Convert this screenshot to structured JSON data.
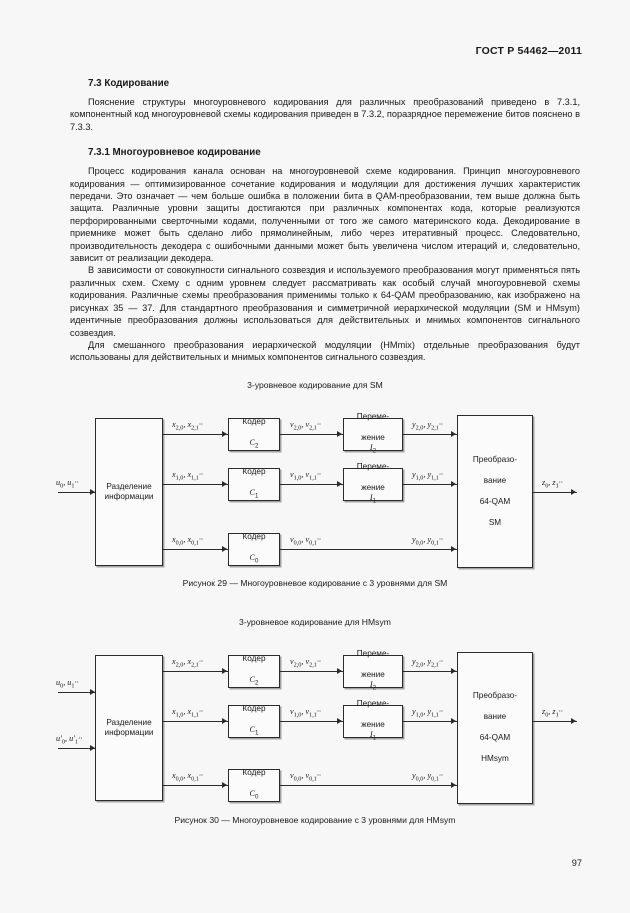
{
  "header": {
    "standard": "ГОСТ Р 54462—2011"
  },
  "page_number": "97",
  "sections": {
    "s73_title": "7.3 Кодирование",
    "s73_para": "Пояснение структуры многоуровневого кодирования для различных преобразований приведено в 7.3.1, компонентный код многоуровневой схемы кодирования приведен в 7.3.2, поразрядное перемежение битов пояснено в 7.3.3.",
    "s731_title": "7.3.1 Многоуровневое кодирование",
    "s731_para1": "Процесс кодирования канала основан на многоуровневой схеме кодирования. Принцип многоуровневого кодирования — оптимизированное сочетание кодирования и модуляции для достижения лучших характеристик передачи. Это означает — чем больше ошибка в положении бита в QAM-преобразовании, тем выше должна быть защита. Различные уровни защиты достигаются при различных компонентах кода, которые реализуются перфорированными сверточными кодами, полученными от того же самого материнского кода. Декодирование в приемнике может быть сделано либо  прямолинейным, либо через итеративный процесс. Следовательно, производительность  декодера с ошибочными данными может быть увеличена числом итераций и, следовательно, зависит от реализации декодера.",
    "s731_para2": "В зависимости от совокупности сигнального созвездия и используемого преобразования могут применяться пять различных схем. Схему с одним уровнем следует рассматривать как особый случай многоуровневой схемы кодирования. Различные  схемы преобразования  применимы только к  64-QAM преобразованию, как изображено на  рисунках 35 — 37. Для  стандартного преобразования и симметричной иерархической модуляции (SM и HMsym) идентичные преобразования должны использоваться для действительных и мнимых компонентов сигнального созвездия.",
    "s731_para3": "Для смешанного преобразования иерархической модуляции (HMmix) отдельные преобразования будут использованы для действительных и мнимых компонентов сигнального созвездия."
  },
  "figure29": {
    "title": "3-уровневое кодирование для SM",
    "caption": "Рисунок 29 — Многоуровневое кодирование с 3 уровнями для SM",
    "split_box": "Разделение информации",
    "coders": [
      "Кодер C2",
      "Кодер C1",
      "Кодер C0"
    ],
    "coder_name": "Кодер",
    "coder_idx": [
      "2",
      "1",
      "0"
    ],
    "interleavers": [
      "Переме- жение I2",
      "Переме- жение I1"
    ],
    "interleaver_name": "Переме-",
    "interleaver_name2": "жение",
    "interleaver_idx": [
      "2",
      "1"
    ],
    "mapper": "Преобразо- вание 64-QAM SM",
    "mapper_l1": "Преобразо-",
    "mapper_l2": "вание",
    "mapper_l3": "64-QAM",
    "mapper_l4": "SM",
    "input_label": "u0, u1··",
    "x_labels": [
      "x2,0, x2,1··",
      "x1,0, x1,1··",
      "x0,0, x0,1··"
    ],
    "v_labels": [
      "v2,0, v2,1··",
      "v1,0, v1,1··",
      "v0,0, v0,1··"
    ],
    "y_labels": [
      "y2,0, y2,1··",
      "y1,0, y1,1··",
      "y0,0, y0,1··"
    ],
    "output_label": "z0, z1··"
  },
  "figure30": {
    "title": "3-уровневое кодирование для HMsym",
    "caption": "Рисунок 30 — Многоуровневое кодирование с 3 уровнями для HMsym",
    "split_box": "Разделение информации",
    "coder_name": "Кодер",
    "coder_idx": [
      "2",
      "1",
      "0"
    ],
    "interleaver_name": "Переме-",
    "interleaver_name2": "жение",
    "interleaver_idx": [
      "2",
      "1"
    ],
    "mapper_l1": "Преобразо-",
    "mapper_l2": "вание",
    "mapper_l3": "64-QAM",
    "mapper_l4": "HMsym",
    "input_label_1": "u0, u1··",
    "input_label_2": "u'0, u'1··",
    "x_labels": [
      "x2,0, x2,1··",
      "x1,0, x1,1··",
      "x0,0, x0,1··"
    ],
    "v_labels": [
      "v2,0, v2,1··",
      "v1,0, v1,1··",
      "v0,0, v0,1··"
    ],
    "y_labels": [
      "y2,0, y2,1··",
      "y1,0, y1,1··",
      "y0,0, y0,1··"
    ],
    "output_label": "z0, z1··"
  }
}
